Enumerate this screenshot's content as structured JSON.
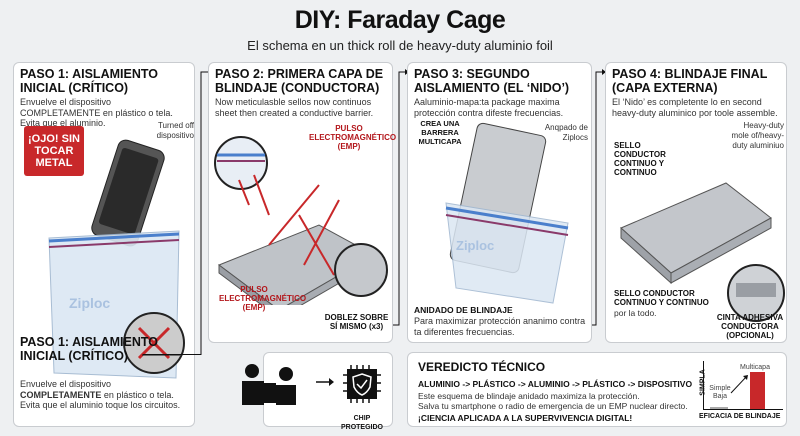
{
  "title": "DIY: Faraday Cage",
  "subtitle": "El schema en un thick roll de heavy-duty aluminio foil",
  "colors": {
    "accent_red": "#c8282a",
    "background": "#eef0f2",
    "panel": "#ffffff"
  },
  "step1": {
    "heading": "PASO 1: AISLAMIENTO INICIAL (CRÍTICO)",
    "desc": "Envuelve el dispositivo COMPLETAMENTE en plástico o tela. Evita que el aluminio.",
    "warning": "¡OJO! SIN TOCAR METAL",
    "device_note": "Turned off dispositivo",
    "bag_brand": "Ziploc",
    "footer_heading": "PASO 1: AISLAMIENTO INICIAL (CRÍTICO)",
    "footer_desc_pre": "Envuelve el dispositivo ",
    "footer_desc_bold": "COMPLETAMENTE",
    "footer_desc_post": " en plástico o tela.",
    "footer_desc2": "Evita que el aluminio toque los circuitos."
  },
  "step2": {
    "heading": "PASO 2: PRIMERA CAPA DE BLINDAJE (CONDUCTORA)",
    "desc": "Now meticulasble sellos now continuos sheet then created a conductive barrier.",
    "emp_top": "PULSO ELECTROMAGNÉTICO (EMP)",
    "emp_bottom": "PULSO ELECTROMAGNÉTICO (EMP)",
    "fold_label": "DOBLEZ SOBRE SÍ MISMO (x3)"
  },
  "step3": {
    "heading": "PASO 3: SEGUNDO AISLAMIENTO (EL ‘NIDO’)",
    "desc": "Aaluminio-mapa:ta package maxima protección contra difeste frecuencias.",
    "barrier_label": "CREA UNA BARRERA MULTICAPA",
    "ziploc_note": "Anqpado de Ziplocs",
    "bag_brand": "Ziploc",
    "footer_heading": "ANIDADO DE BLINDAJE",
    "footer_desc": "Para maximizar protección ananimo contra ta diferentes frecuencias."
  },
  "step4": {
    "heading": "PASO 4: BLINDAJE FINAL (CAPA EXTERNA)",
    "desc": "El ‘Nido’ es completente lo en second heavy-duty aluminico por toole assemble.",
    "seal_label": "SELLO CONDUCTOR CONTINUO Y CONTINUO",
    "foil_note": "Heavy-duty mole of/heavy-duty aluminiuo",
    "seal_bottom_heading": "SELLO CONDUCTOR CONTINUO Y CONTINUO",
    "seal_bottom_desc": "por la todo.",
    "tape_label": "CINTA ADHESIVA CONDUCTORA (OPCIONAL)"
  },
  "icons_panel": {
    "chip_label": "CHIP PROTEGIDO",
    "icons": [
      "people-icon",
      "arrow-right-icon",
      "shield-chip-icon"
    ]
  },
  "verdict": {
    "heading": "VEREDICTO TÉCNICO",
    "sequence": "ALUMINIO -> PLÁSTICO -> ALUMINIO -> PLÁSTICO -> DISPOSITIVO",
    "line1": "Este esquema de blindaje anidado maximiza la protección.",
    "line2": "Salva tu smartphone o radio de emergencia de un EMP nuclear directo.",
    "closing": "¡CIENCIA APLICADA A LA SUPERVIVENCIA DIGITAL!"
  },
  "mini_chart": {
    "ylabel": "SIMPLA",
    "xlabel": "EFICACIA DE BLINDAJE",
    "bars": [
      {
        "label": "Simple Baja",
        "level": 0.05
      },
      {
        "label": "Multicapa",
        "level": 0.85
      }
    ]
  }
}
